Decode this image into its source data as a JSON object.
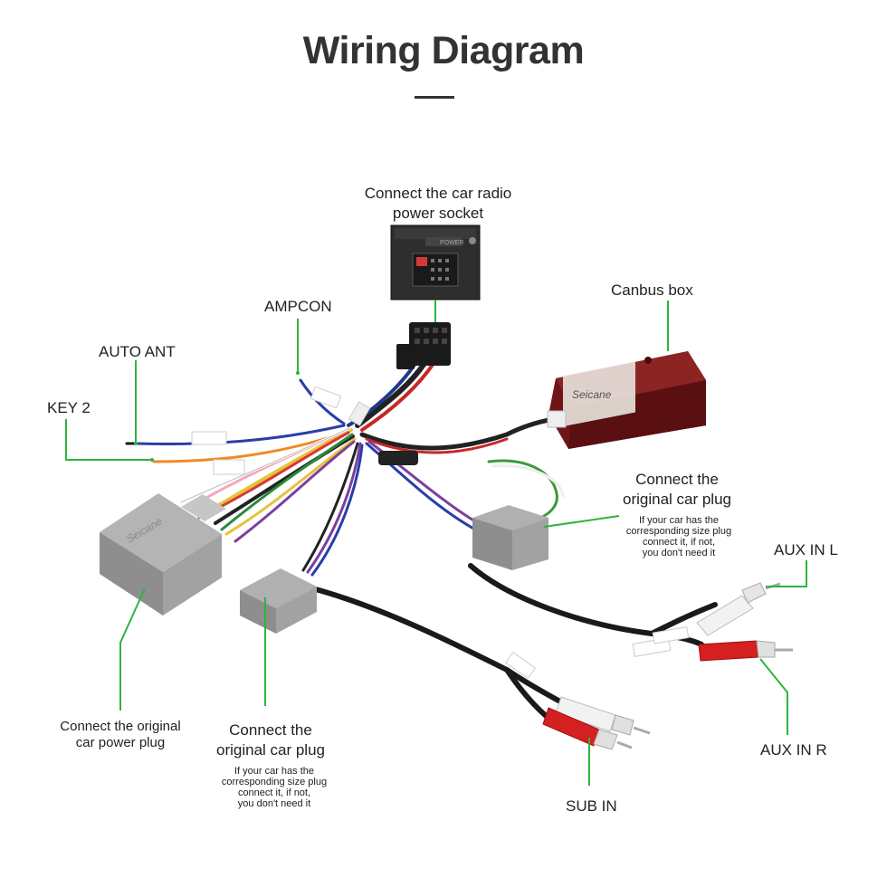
{
  "title": "Wiring Diagram",
  "labels": {
    "radio_socket": [
      "Connect the car radio",
      "power socket"
    ],
    "canbus_box": "Canbus box",
    "ampcon": "AMPCON",
    "auto_ant": "AUTO ANT",
    "key2": "KEY 2",
    "orig_plug_right": [
      "Connect the",
      "original car plug"
    ],
    "orig_plug_right_note": [
      "If your car has the",
      "corresponding size plug",
      "connect it, if not,",
      "you don't need it"
    ],
    "aux_in_l": "AUX IN L",
    "aux_in_r": "AUX IN R",
    "power_plug": [
      "Connect the  original",
      "car power plug"
    ],
    "orig_plug_bottom": [
      "Connect the",
      "original car plug"
    ],
    "orig_plug_bottom_note": [
      "If your car has the",
      "corresponding size plug",
      "connect it, if not,",
      "you don't need it"
    ],
    "sub_in": "SUB IN"
  },
  "photo_text": {
    "power_tag": "POWER",
    "brand_box": "Seicane",
    "brand_plug": "Seicane"
  },
  "colors": {
    "leader": "#2db53b",
    "canbus_box": "#7a1a1a",
    "connector_grey": "#9a9a9a",
    "rca_red": "#d42020",
    "rca_white": "#f2f2f2"
  }
}
